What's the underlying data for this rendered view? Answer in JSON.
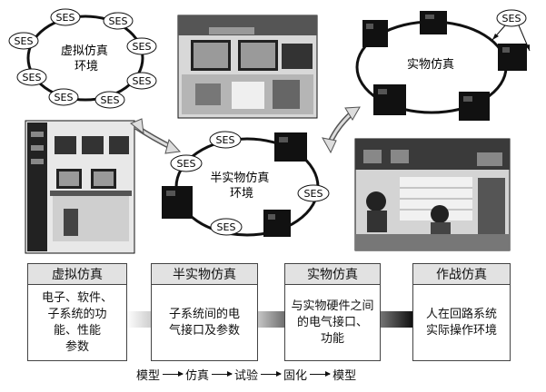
{
  "node_label": "SES",
  "environments": {
    "virtual": "虚拟仿真\n环境",
    "semi": "半实物仿真\n环境",
    "physical": "实物仿真"
  },
  "stages": [
    {
      "title": "虚拟仿真",
      "body": "电子、软件、\n子系统的功\n能、性能\n参数"
    },
    {
      "title": "半实物仿真",
      "body": "子系统间的电\n气接口及参数"
    },
    {
      "title": "实物仿真",
      "body": "与实物硬件之间\n的电气接口、\n功能"
    },
    {
      "title": "作战仿真",
      "body": "人在回路系统\n实际操作环境"
    }
  ],
  "flow": [
    "模型",
    "仿真",
    "试验",
    "固化",
    "模型"
  ],
  "colors": {
    "box_border": "#444444",
    "header_fill": "#e2e2e2",
    "connector_dark": "#222222"
  }
}
